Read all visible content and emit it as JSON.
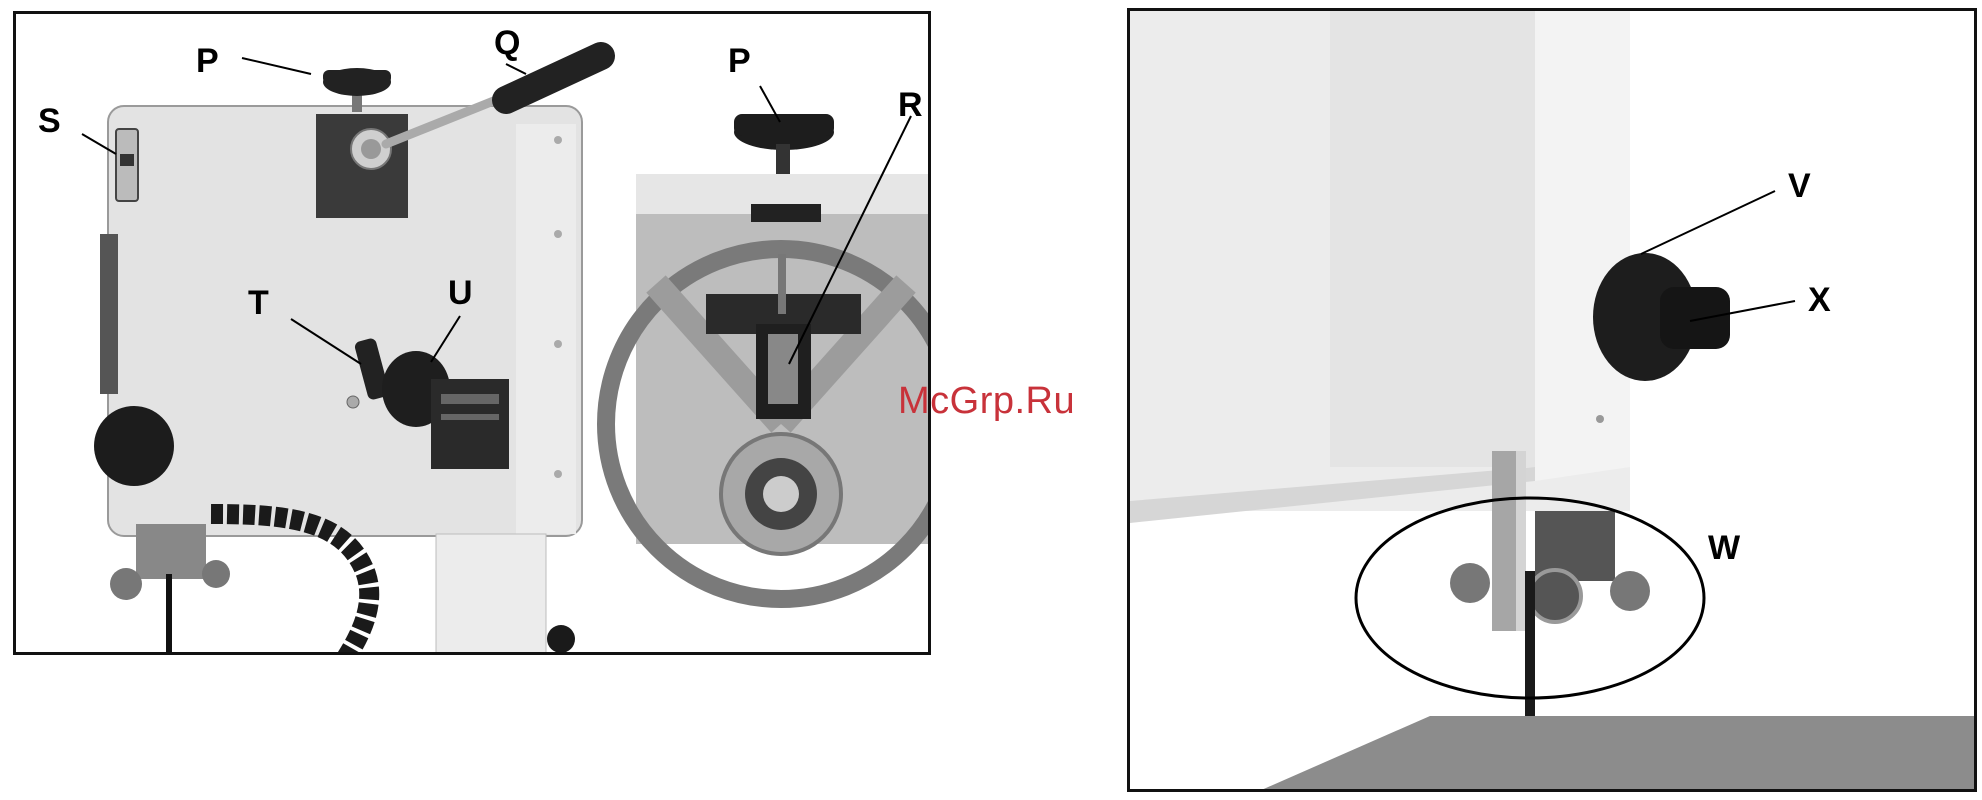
{
  "figure_left": {
    "labels": {
      "p1": "P",
      "q": "Q",
      "s": "S",
      "t": "T",
      "u": "U",
      "p2": "P",
      "r": "R"
    }
  },
  "figure_right": {
    "labels": {
      "v": "V",
      "x": "X",
      "w": "W"
    }
  },
  "watermark": "McGrp.Ru"
}
